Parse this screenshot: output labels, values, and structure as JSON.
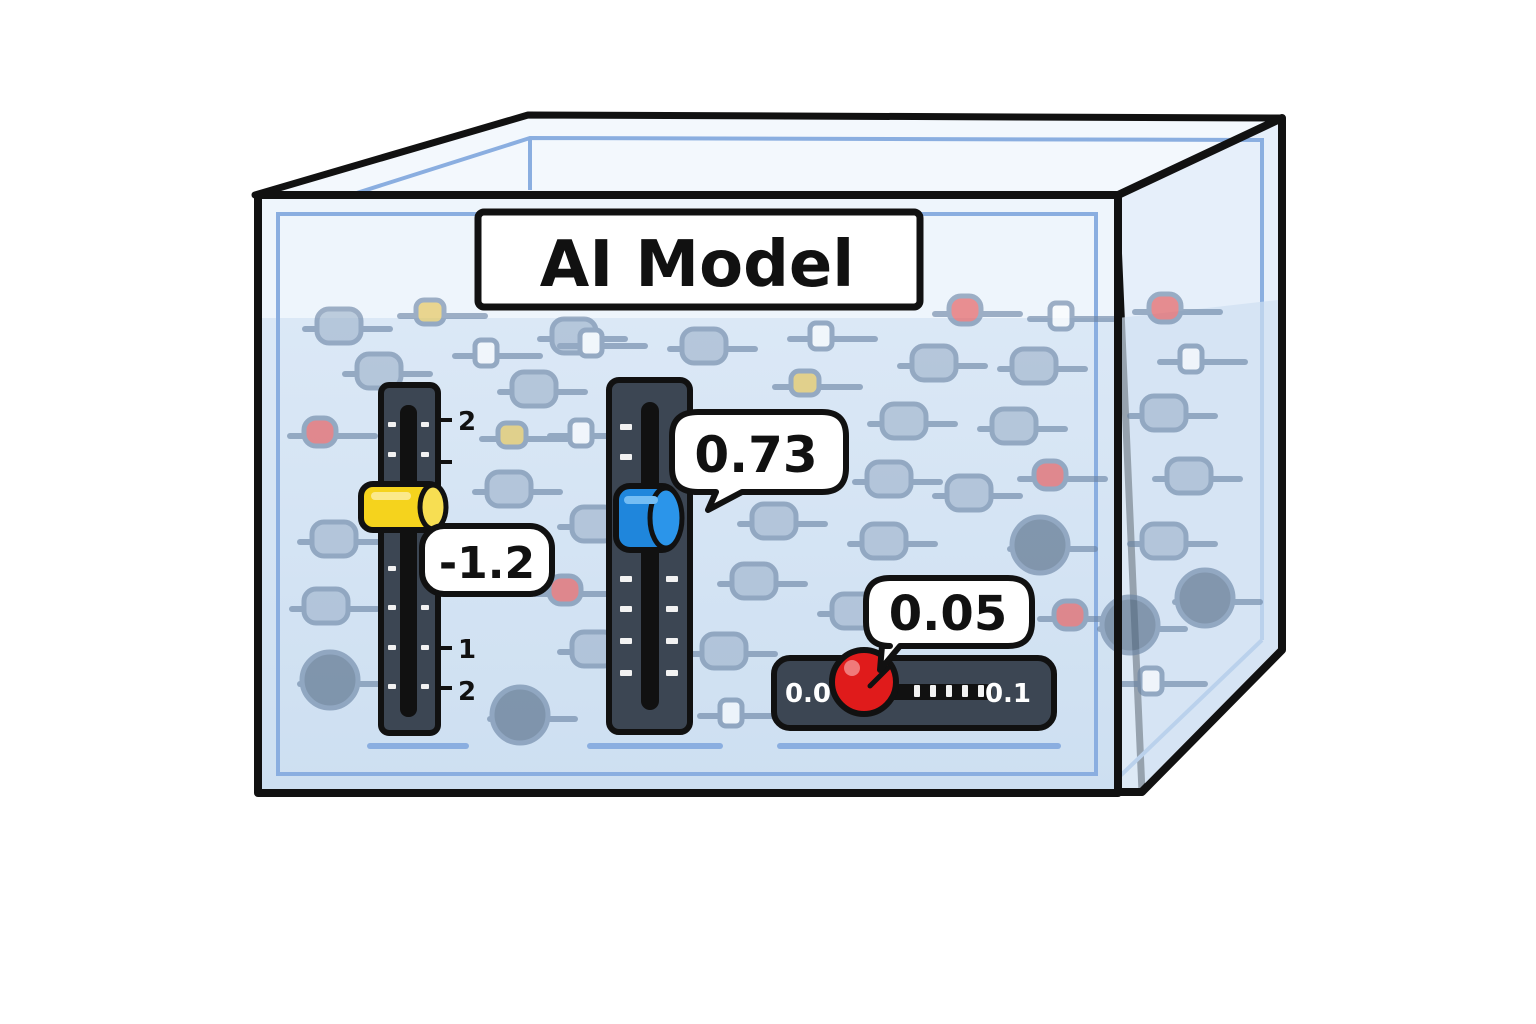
{
  "model": {
    "title": "AI Model"
  },
  "sliders": {
    "yellow": {
      "value_label": "-1.2",
      "tick_top": "2",
      "tick_one": "1",
      "tick_bottom": "2",
      "color": "#f5d31d"
    },
    "blue": {
      "value_label": "0.73",
      "color": "#1f86dc"
    },
    "knob": {
      "value_label": "0.05",
      "min_label": "0.0",
      "max_label": "0.1",
      "value": 0.05,
      "min": 0.0,
      "max": 0.1,
      "color": "#e01b1b"
    }
  },
  "colors": {
    "outline": "#111111",
    "glass_edge": "#8aaee0",
    "glass_fill": "#e8f1fb",
    "water_fill": "#d4e3f3",
    "bg_knob": "#6a84a4",
    "accent_red": "#e55050",
    "accent_yellow": "#e6c34d"
  }
}
